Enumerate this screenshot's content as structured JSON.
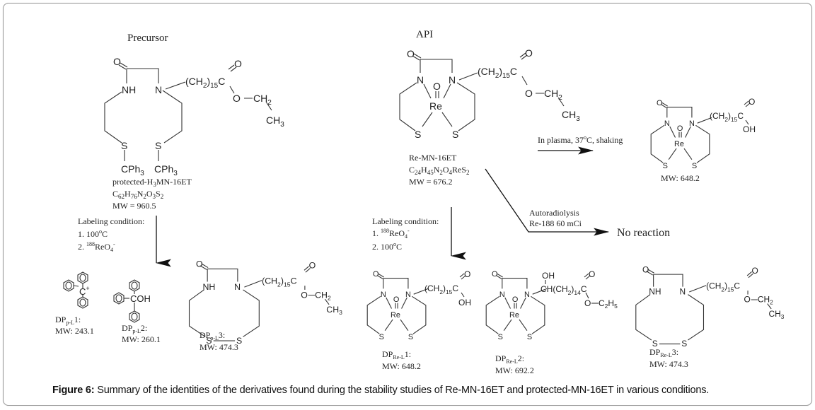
{
  "figure": {
    "caption_label": "Figure 6:",
    "caption_text": " Summary of the identities of the derivatives found during the stability studies of Re-MN-16ET and protected-MN-16ET in various conditions."
  },
  "precursor": {
    "heading": "Precursor",
    "atoms": {
      "O": "O",
      "NH": "NH",
      "N": "N",
      "chain": "(CH",
      "chain_sub2": "2",
      "chain_close": ")",
      "chain_sub15": "15",
      "C": "C",
      "O2": "O",
      "Oester": "O",
      "CH2": "CH",
      "CH2_sub": "2",
      "CH3": "CH",
      "CH3_sub": "3",
      "S1": "S",
      "S2": "S",
      "CPh3_1": "CPh",
      "CPh3_1_sub": "3",
      "CPh3_2": "CPh",
      "CPh3_2_sub": "3"
    },
    "name_prefix": "protected-H",
    "name_sub": "3",
    "name_suffix": "MN-16ET",
    "formula": [
      "C",
      "62",
      "H",
      "76",
      "N",
      "2",
      "O",
      "3",
      "S",
      "2"
    ],
    "mw": "MW = 960.5"
  },
  "api": {
    "heading": "API",
    "name": "Re-MN-16ET",
    "formula": [
      "C",
      "24",
      "H",
      "45",
      "N",
      "2",
      "O",
      "4",
      "ReS",
      "2"
    ],
    "mw": "MW = 676.2"
  },
  "plasma_reaction": {
    "condition": "In plasma, 37",
    "condition_deg": "o",
    "condition_end": "C, shaking",
    "product_mw": "MW: 648.2"
  },
  "autoradiolysis": {
    "line1": "Autoradiolysis",
    "line2": "Re-188 60 mCi",
    "result": "No reaction"
  },
  "precursor_labeling": {
    "title": "Labeling condition:",
    "step1": "1. 100",
    "step1_deg": "o",
    "step1_unit": "C",
    "step2_prefix": "2. ",
    "step2_iso": "188",
    "step2_main": "ReO",
    "step2_sub": "4",
    "step2_charge": "-"
  },
  "api_labeling": {
    "title": "Labeling condition:",
    "step1_prefix": "1. ",
    "step1_iso": "188",
    "step1_main": "ReO",
    "step1_sub": "4",
    "step1_charge": "-",
    "step2": "2. 100",
    "step2_deg": "o",
    "step2_unit": "C"
  },
  "degradation_products": {
    "precursor": [
      {
        "prefix": "DP",
        "sub": "p-L",
        "num": "1:",
        "mw": "MW: 243.1",
        "group": "C",
        "charge": "+"
      },
      {
        "prefix": "DP",
        "sub": "p-L",
        "num": "2:",
        "mw": "MW: 260.1",
        "group": "COH"
      },
      {
        "prefix": "DP",
        "sub": "p-L",
        "num": "3:",
        "mw": "MW: 474.3"
      }
    ],
    "api": [
      {
        "prefix": "DP",
        "sub": "Re-L",
        "num": "1:",
        "mw": "MW: 648.2"
      },
      {
        "prefix": "DP",
        "sub": "Re-L",
        "num": "2:",
        "mw": "MW: 692.2",
        "sidechain": "CH(CH",
        "sidechain_sub2": "2",
        "sidechain_close": ")",
        "sidechain_sub14": "14",
        "oh": "OH",
        "ester": "O",
        "ethyl": "C",
        "ethyl_sub": "2",
        "ethyl_h": "H",
        "ethyl_sub5": "5"
      },
      {
        "prefix": "DP",
        "sub": "Re-L",
        "num": "3:",
        "mw": "MW: 474.3"
      }
    ]
  },
  "common_atoms": {
    "O": "O",
    "N": "N",
    "NH": "NH",
    "Re": "Re",
    "S": "S",
    "OH": "OH",
    "chain_open": "(CH",
    "two": "2",
    "close": ")",
    "fifteen": "15",
    "C": "C",
    "CH": "CH",
    "three": "3"
  }
}
